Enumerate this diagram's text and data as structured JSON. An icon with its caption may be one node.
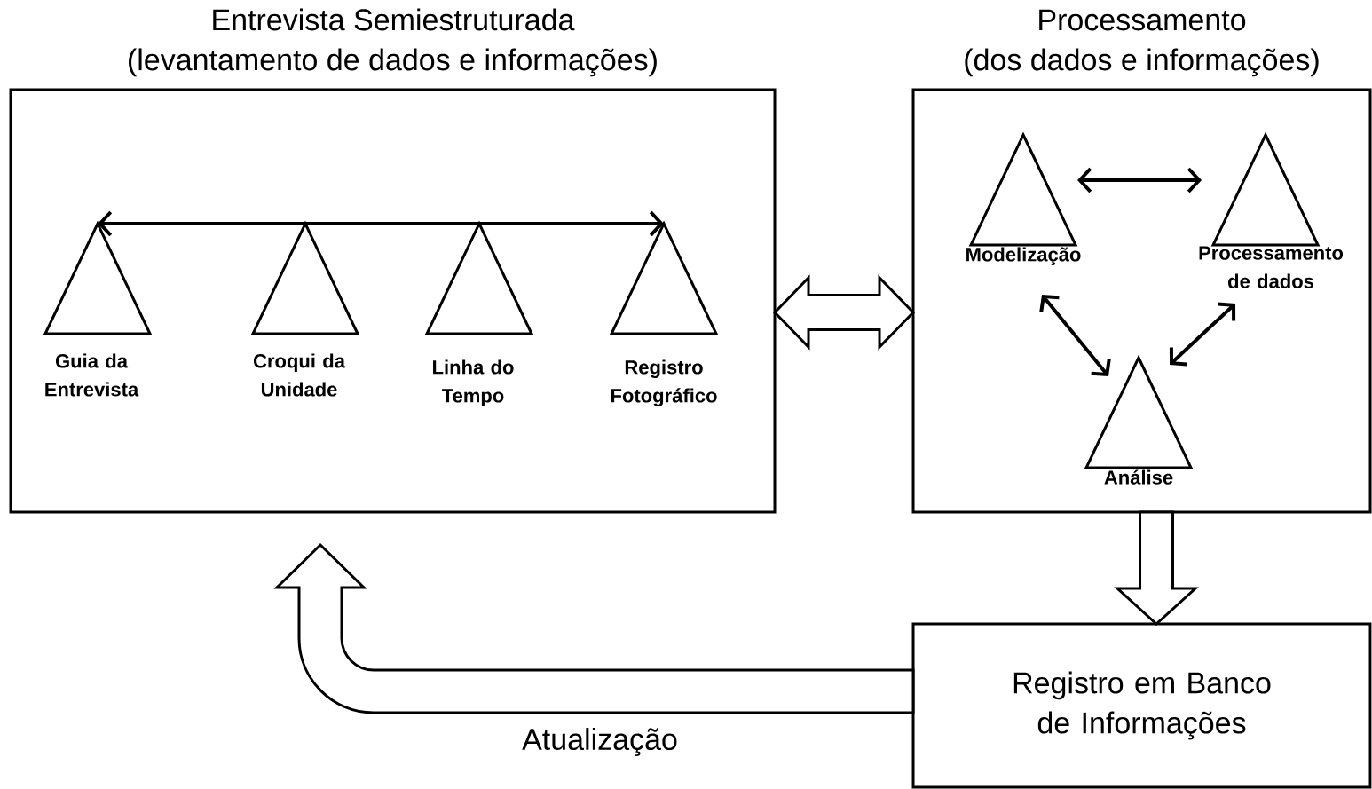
{
  "diagram": {
    "nodes": [
      {
        "text": [
          "Entrevista Semiestruturada",
          "(levantamento de dados e informações)"
        ]
      },
      {
        "text": [
          "Guia da Entrevista"
        ],
        "in": 0
      },
      {
        "text": [
          "Croqui da Unidade"
        ],
        "in": 0
      },
      {
        "text": [
          "Linha do Tempo"
        ],
        "in": 0
      },
      {
        "text": [
          "Registro Fotográfico"
        ],
        "in": 0
      },
      {
        "text": [
          "Processamento",
          "(dos dados e informações)"
        ]
      },
      {
        "text": [
          "Modelização"
        ],
        "in": 5
      },
      {
        "text": [
          "Processamento de dados"
        ],
        "in": 5
      },
      {
        "text": [
          "Análise"
        ],
        "in": 5
      },
      {
        "text": [
          "Registro em Banco de Informações"
        ]
      }
    ],
    "edges": [
      {
        "from": 1,
        "to": 4,
        "arrow": "both"
      },
      {
        "from": 0,
        "to": 5,
        "arrow": "both",
        "style": "thick"
      },
      {
        "from": 6,
        "to": 7,
        "arrow": "both"
      },
      {
        "from": 6,
        "to": 8,
        "arrow": "both"
      },
      {
        "from": 8,
        "to": 7,
        "arrow": "both"
      },
      {
        "from": 5,
        "to": 9,
        "arrow": "to",
        "style": "thick"
      },
      {
        "from": 9,
        "to": 0,
        "arrow": "to",
        "style": "thick",
        "label": "Atualização"
      }
    ]
  }
}
